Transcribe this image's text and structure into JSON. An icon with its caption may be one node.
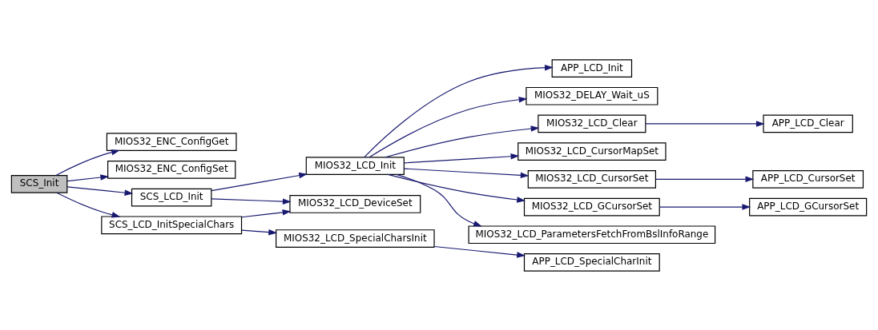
{
  "diagram": {
    "nodes": [
      {
        "text": [
          "SCS_Init"
        ]
      },
      {
        "text": [
          "MIOS32_ENC_ConfigGet"
        ]
      },
      {
        "text": [
          "MIOS32_ENC_ConfigSet"
        ]
      },
      {
        "text": [
          "SCS_LCD_Init"
        ]
      },
      {
        "text": [
          "SCS_LCD_InitSpecialChars"
        ]
      },
      {
        "text": [
          "MIOS32_LCD_Init"
        ]
      },
      {
        "text": [
          "MIOS32_LCD_DeviceSet"
        ]
      },
      {
        "text": [
          "MIOS32_LCD_SpecialCharsInit"
        ]
      },
      {
        "text": [
          "APP_LCD_Init"
        ]
      },
      {
        "text": [
          "MIOS32_DELAY_Wait_uS"
        ]
      },
      {
        "text": [
          "MIOS32_LCD_Clear"
        ]
      },
      {
        "text": [
          "MIOS32_LCD_CursorMapSet"
        ]
      },
      {
        "text": [
          "MIOS32_LCD_CursorSet"
        ]
      },
      {
        "text": [
          "MIOS32_LCD_GCursorSet"
        ]
      },
      {
        "text": [
          "MIOS32_LCD_ParametersFetchFromBslInfoRange"
        ]
      },
      {
        "text": [
          "APP_LCD_Clear"
        ]
      },
      {
        "text": [
          "APP_LCD_CursorSet"
        ]
      },
      {
        "text": [
          "APP_LCD_GCursorSet"
        ]
      },
      {
        "text": [
          "APP_LCD_SpecialCharInit"
        ]
      }
    ],
    "edges": [
      {
        "from": 0,
        "to": 1,
        "arrow": "to"
      },
      {
        "from": 0,
        "to": 2,
        "arrow": "to"
      },
      {
        "from": 0,
        "to": 3,
        "arrow": "to"
      },
      {
        "from": 0,
        "to": 4,
        "arrow": "to"
      },
      {
        "from": 3,
        "to": 5,
        "arrow": "to"
      },
      {
        "from": 3,
        "to": 6,
        "arrow": "to"
      },
      {
        "from": 4,
        "to": 6,
        "arrow": "to"
      },
      {
        "from": 4,
        "to": 7,
        "arrow": "to"
      },
      {
        "from": 5,
        "to": 8,
        "arrow": "to"
      },
      {
        "from": 5,
        "to": 9,
        "arrow": "to"
      },
      {
        "from": 5,
        "to": 10,
        "arrow": "to"
      },
      {
        "from": 5,
        "to": 11,
        "arrow": "to"
      },
      {
        "from": 5,
        "to": 12,
        "arrow": "to"
      },
      {
        "from": 5,
        "to": 13,
        "arrow": "to"
      },
      {
        "from": 5,
        "to": 14,
        "arrow": "to"
      },
      {
        "from": 10,
        "to": 15,
        "arrow": "to"
      },
      {
        "from": 12,
        "to": 16,
        "arrow": "to"
      },
      {
        "from": 13,
        "to": 17,
        "arrow": "to"
      },
      {
        "from": 7,
        "to": 18,
        "arrow": "to"
      }
    ]
  }
}
